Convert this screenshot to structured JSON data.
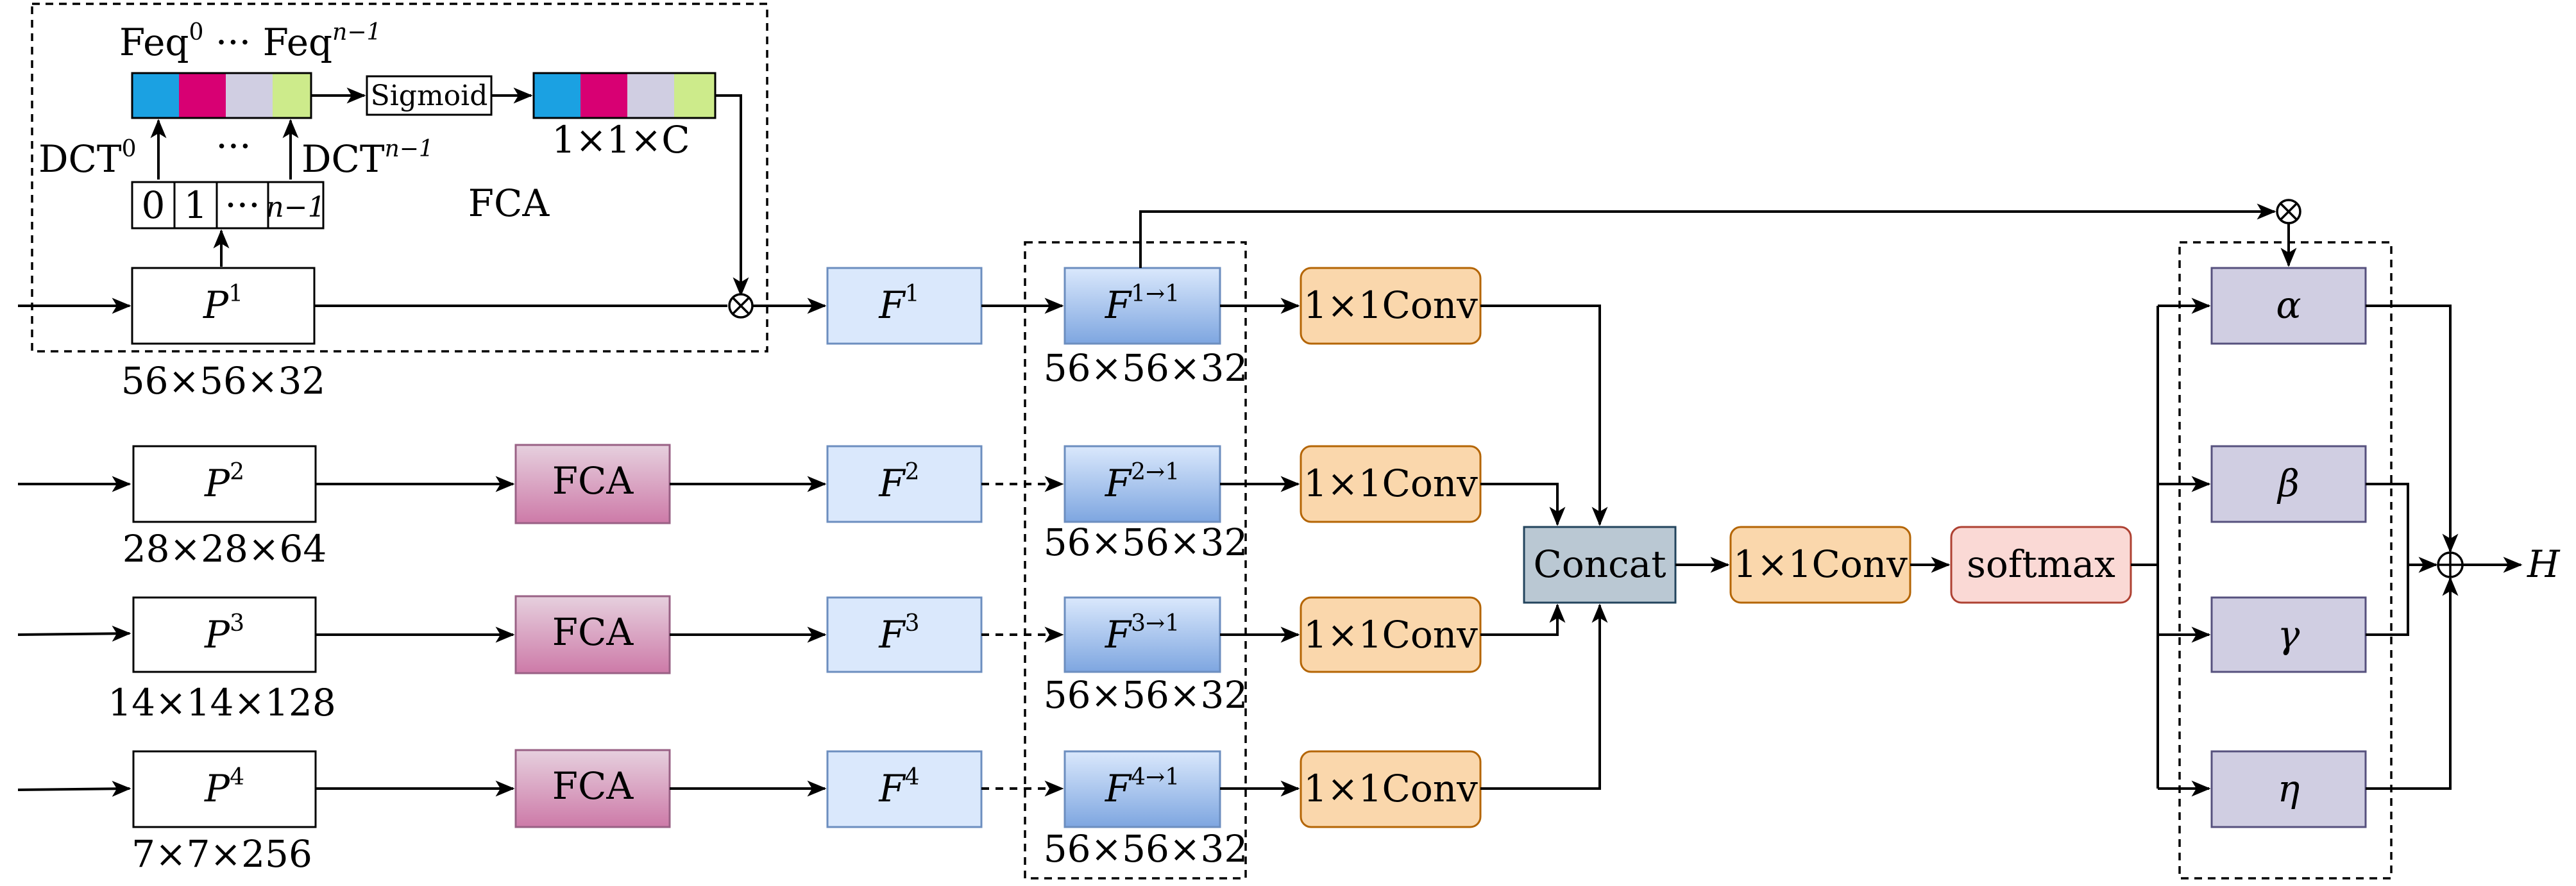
{
  "fca_inset": {
    "freq_label": [
      "Feq",
      "0",
      " ··· Feq",
      "n−1"
    ],
    "dct_left": [
      "DCT",
      "0"
    ],
    "dct_dots": "···",
    "dct_right": [
      "DCT",
      "n−1"
    ],
    "index_cells": [
      "0",
      "1",
      "···",
      "n−1"
    ],
    "sigmoid": "Sigmoid",
    "output_shape": "1×1×C",
    "title": "FCA"
  },
  "inputs": [
    {
      "symbol": "P",
      "index": "1",
      "shape": "56×56×32"
    },
    {
      "symbol": "P",
      "index": "2",
      "shape": "28×28×64"
    },
    {
      "symbol": "P",
      "index": "3",
      "shape": "14×14×128"
    },
    {
      "symbol": "P",
      "index": "4",
      "shape": "7×7×256"
    }
  ],
  "fca_blocks": [
    "FCA",
    "FCA",
    "FCA"
  ],
  "features": [
    {
      "symbol": "F",
      "index": "1"
    },
    {
      "symbol": "F",
      "index": "2"
    },
    {
      "symbol": "F",
      "index": "3"
    },
    {
      "symbol": "F",
      "index": "4"
    }
  ],
  "transforms": [
    {
      "symbol": "F",
      "index": "1→1",
      "shape": "56×56×32"
    },
    {
      "symbol": "F",
      "index": "2→1",
      "shape": "56×56×32"
    },
    {
      "symbol": "F",
      "index": "3→1",
      "shape": "56×56×32"
    },
    {
      "symbol": "F",
      "index": "4→1",
      "shape": "56×56×32"
    }
  ],
  "conv_label": "1×1Conv",
  "concat": "Concat",
  "conv_after_concat": "1×1Conv",
  "softmax": "softmax",
  "weights": [
    "α",
    "β",
    "γ",
    "η"
  ],
  "multiply_symbol": "⊗",
  "add_symbol": "⊕",
  "output": "H",
  "colors": {
    "cyan": "#1BA1E2",
    "magenta": "#D80073",
    "lavender": "#D0CEE2",
    "lime": "#CDEB8B",
    "light_blue_fill": "#DAE8FC",
    "light_blue_stroke": "#6C8EBF",
    "blue_grad_top": "#DAE8FC",
    "blue_grad_bottom": "#7EA6E0",
    "pink_grad_top": "#E6D0DE",
    "pink_grad_bottom": "#CD7AA8",
    "pink_stroke": "#996185",
    "orange_fill": "#FAD7AC",
    "orange_stroke": "#B46504",
    "concat_fill": "#BAC8D3",
    "concat_stroke": "#23445D",
    "softmax_fill": "#FAD9D5",
    "softmax_stroke": "#AE4132",
    "purple_fill": "#D0CEE2",
    "purple_stroke": "#56517E"
  }
}
